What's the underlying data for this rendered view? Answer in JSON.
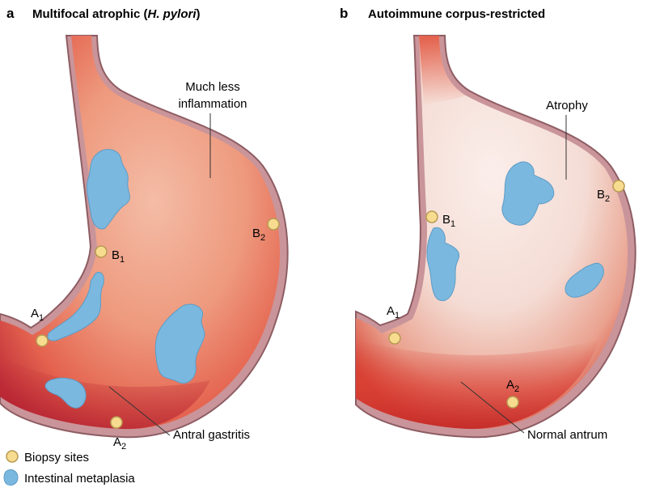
{
  "panels": [
    {
      "letter": "a",
      "title_plain": "Multifocal atrophic (",
      "title_italic": "H. pylori",
      "title_end": ")",
      "label_top_line1": "Much less",
      "label_top_line2": "inflammation",
      "label_bottom": "Antral gastritis",
      "sites": [
        {
          "letter": "A",
          "sub": "1"
        },
        {
          "letter": "B",
          "sub": "1"
        },
        {
          "letter": "B",
          "sub": "2"
        },
        {
          "letter": "A",
          "sub": "2"
        }
      ]
    },
    {
      "letter": "b",
      "title": "Autoimmune corpus-restricted",
      "label_top": "Atrophy",
      "label_bottom": "Normal antrum",
      "sites": [
        {
          "letter": "B",
          "sub": "1"
        },
        {
          "letter": "B",
          "sub": "2"
        },
        {
          "letter": "A",
          "sub": "1"
        },
        {
          "letter": "A",
          "sub": "2"
        }
      ]
    }
  ],
  "legend": {
    "biopsy": "Biopsy sites",
    "metaplasia": "Intestinal metaplasia"
  },
  "colors": {
    "wall": "#c9959a",
    "wall_edge": "#8e5d63",
    "inflamed": "#e8735f",
    "inflamed_deep": "#b81e2c",
    "atrophic": "#f6e2dc",
    "metaplasia": "#7ab8df",
    "biopsy": "#f7dc8f"
  }
}
